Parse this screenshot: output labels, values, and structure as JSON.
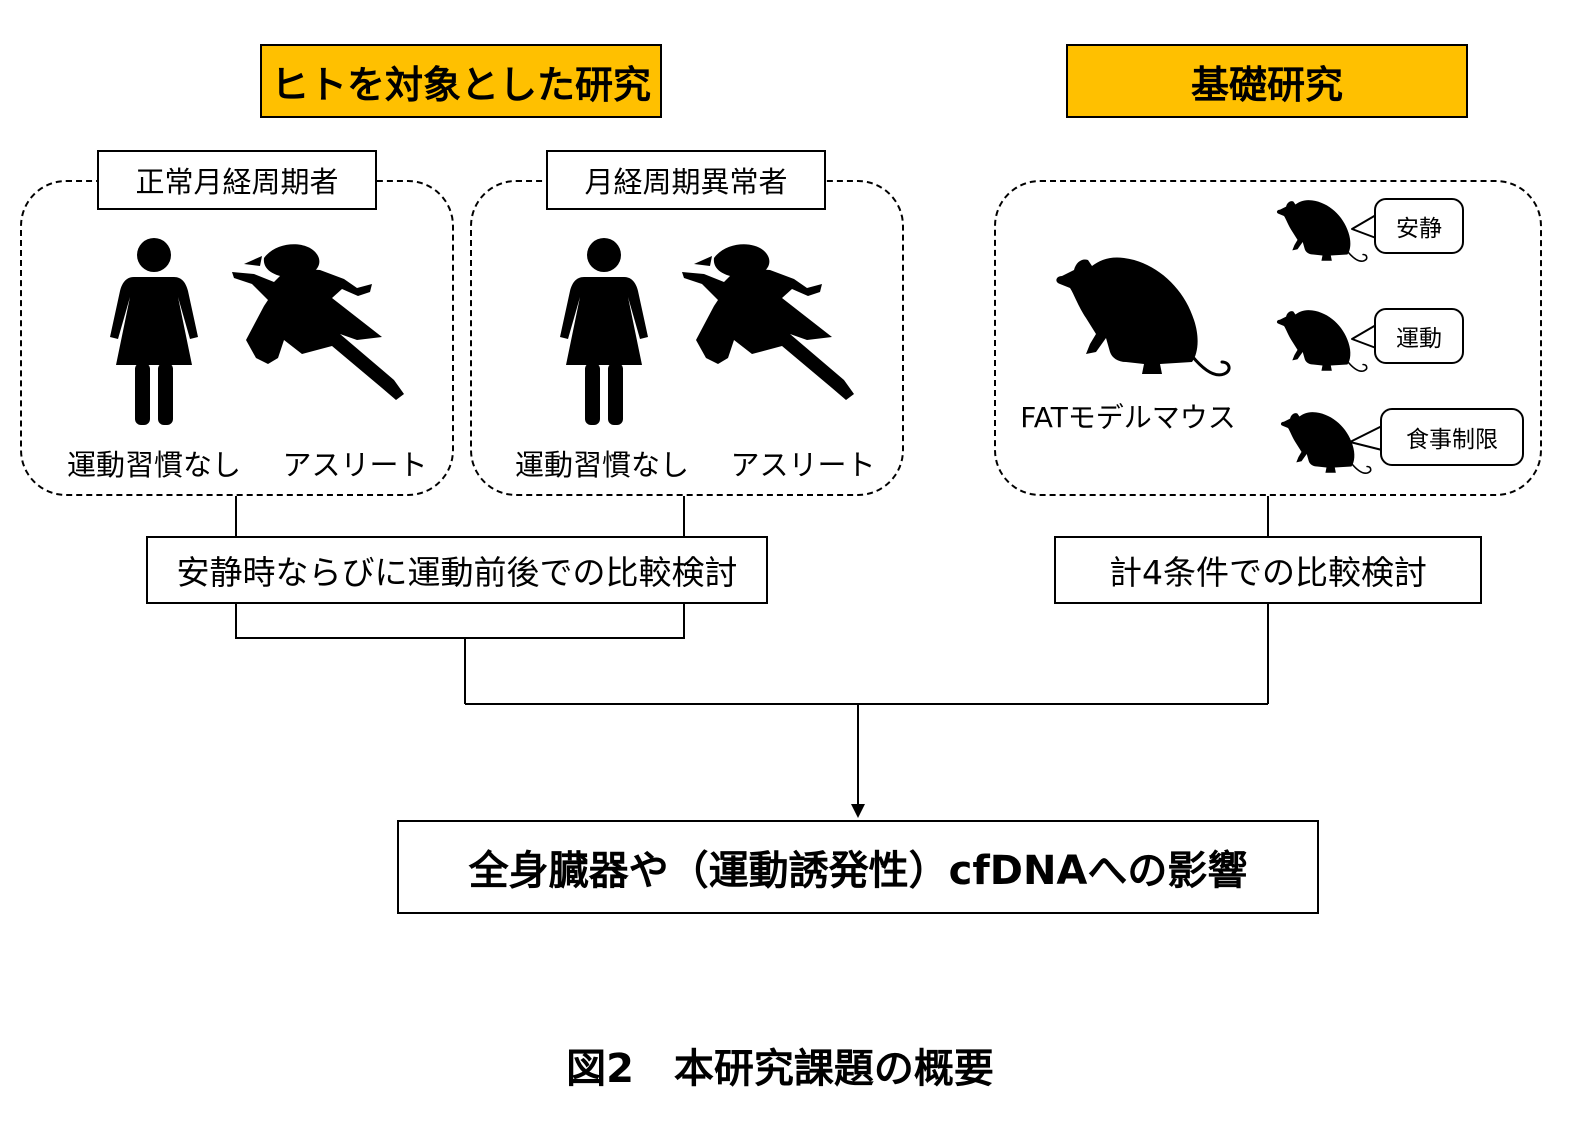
{
  "headers": {
    "human": "ヒトを対象とした研究",
    "basic": "基礎研究"
  },
  "human_groups": [
    {
      "title": "正常月経周期者",
      "left_label": "運動習慣なし",
      "right_label": "アスリート"
    },
    {
      "title": "月経周期異常者",
      "left_label": "運動習慣なし",
      "right_label": "アスリート"
    }
  ],
  "mouse_group": {
    "model_label": "FATモデルマウス",
    "conditions": [
      "安静",
      "運動",
      "食事制限"
    ]
  },
  "comparisons": {
    "human": "安静時ならびに運動前後での比較検討",
    "basic": "計4条件での比較検討"
  },
  "result": "全身臓器や（運動誘発性）cfDNAへの影響",
  "caption": "図2　本研究課題の概要",
  "colors": {
    "header_fill": "#FFC000",
    "stroke": "#000000",
    "background": "#FFFFFF"
  },
  "icons": [
    "woman-icon",
    "running-woman-icon",
    "mouse-icon"
  ]
}
